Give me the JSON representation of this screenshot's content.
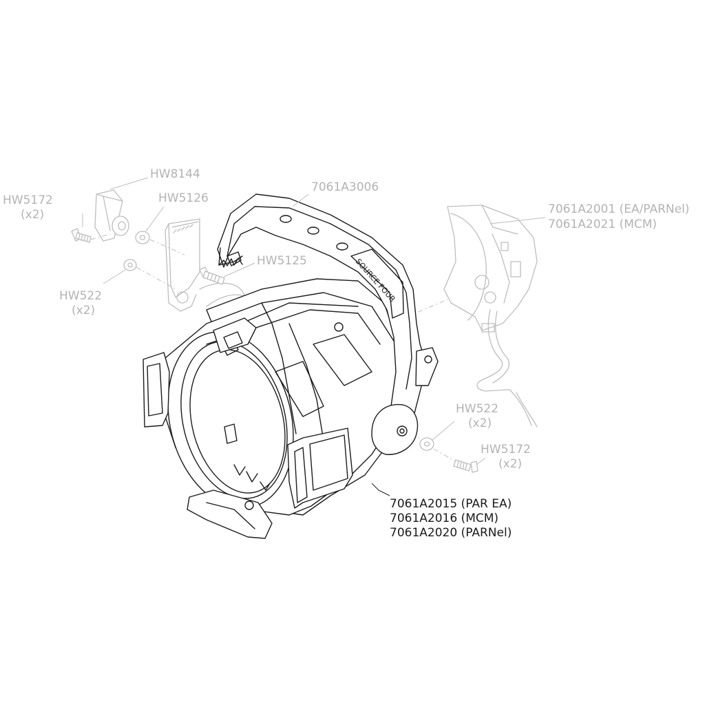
{
  "labels": {
    "hw8144": "HW8144",
    "hw5172_top": "HW5172",
    "hw5172_top_qty": "(x2)",
    "hw5126": "HW5126",
    "yoke": "7061A3006",
    "reflector_line1": "7061A2001 (EA/PARNel)",
    "reflector_line2": "7061A2021 (MCM)",
    "hw5125": "HW5125",
    "hw522_left": "HW522",
    "hw522_left_qty": "(x2)",
    "hw522_right": "HW522",
    "hw522_right_qty": "(x2)",
    "hw5172_right": "HW5172",
    "hw5172_right_qty": "(x2)",
    "body_line1": "7061A2015 (PAR EA)",
    "body_line2": "7061A2016 (MCM)",
    "body_line3": "7061A2020 (PARNel)",
    "yoke_stamp": "SOURCE FOUR"
  },
  "colors": {
    "dark_line": "#1a1a1a",
    "grey_line": "#bdbdbd",
    "grey_text": "#b3b3b3",
    "background": "#ffffff"
  }
}
